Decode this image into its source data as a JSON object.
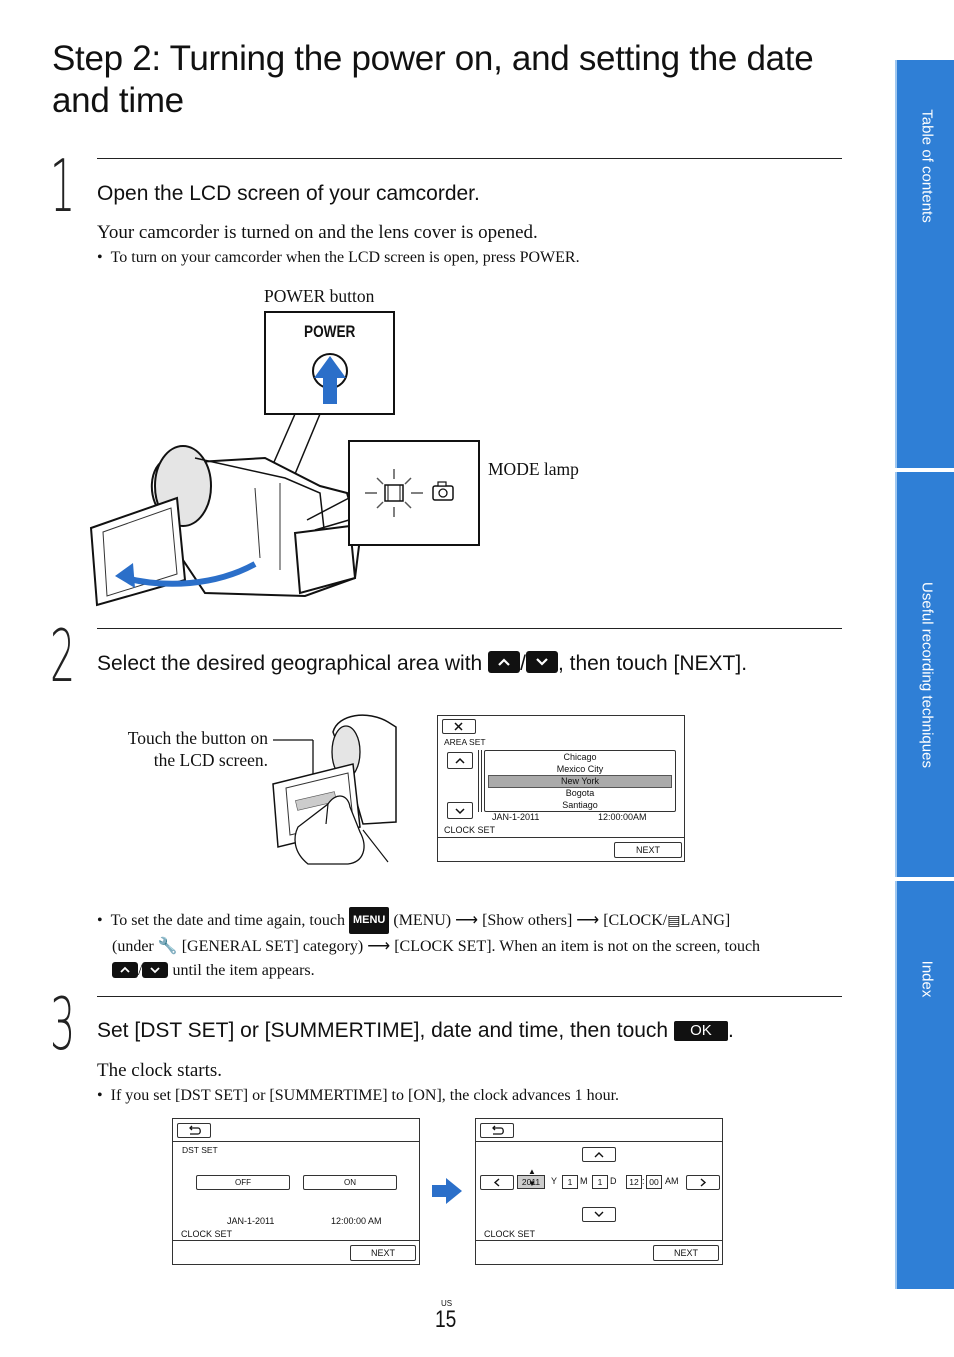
{
  "title": "Step 2: Turning the power on, and setting the date and time",
  "steps": [
    {
      "number": "1",
      "heading": "Open the LCD screen of your camcorder.",
      "body": "Your camcorder is turned on and the lens cover is opened.",
      "bullet": "To turn on your camcorder when the LCD screen is open, press POWER.",
      "callouts": {
        "power_button": "POWER button",
        "power_label": "POWER",
        "mode_lamp": "MODE lamp"
      }
    },
    {
      "number": "2",
      "heading_pre": "Select the desired geographical area with",
      "heading_sep": "/",
      "heading_post": ", then touch [NEXT].",
      "callout": "Touch the button on the LCD screen.",
      "screen": {
        "area_set": "AREA SET",
        "cities": [
          "Chicago",
          "Mexico City",
          "New York",
          "Bogota",
          "Santiago"
        ],
        "selected": "New York",
        "date": "JAN-1-2011",
        "time": "12:00:00AM",
        "clock_set": "CLOCK SET",
        "next": "NEXT"
      },
      "bullet": {
        "part1": "To set the date and time again, touch",
        "menu_icon": "MENU",
        "part2": "(MENU)",
        "part3": "[Show others]",
        "part4": "[CLOCK/",
        "part5": "LANG]",
        "part6": "(under",
        "part7": "[GENERAL SET] category)",
        "part8": "[CLOCK SET]. When an item is not on the screen, touch",
        "part9": "until the item appears."
      }
    },
    {
      "number": "3",
      "heading_pre": "Set [DST SET] or [SUMMERTIME], date and time, then touch",
      "ok_label": "OK",
      "heading_post": ".",
      "body": "The clock starts.",
      "bullet": "If you set [DST SET] or [SUMMERTIME] to [ON], the clock advances 1 hour.",
      "screen_a": {
        "dst_set": "DST SET",
        "off": "OFF",
        "on": "ON",
        "date": "JAN-1-2011",
        "time": "12:00:00 AM",
        "clock_set": "CLOCK SET",
        "next": "NEXT"
      },
      "screen_b": {
        "year": "2011",
        "y": "Y",
        "month": "1",
        "m": "M",
        "day": "1",
        "d": "D",
        "hour": "12",
        "colon": ":",
        "minute": "00",
        "ampm": "AM",
        "clock_set": "CLOCK SET",
        "next": "NEXT"
      }
    }
  ],
  "side_tabs": [
    "Table of contents",
    "Useful recording techniques",
    "Index"
  ],
  "page": {
    "region": "US",
    "number": "15"
  },
  "colors": {
    "tab_blue": "#2f7fd6",
    "arrow_blue": "#2b6fc9"
  }
}
